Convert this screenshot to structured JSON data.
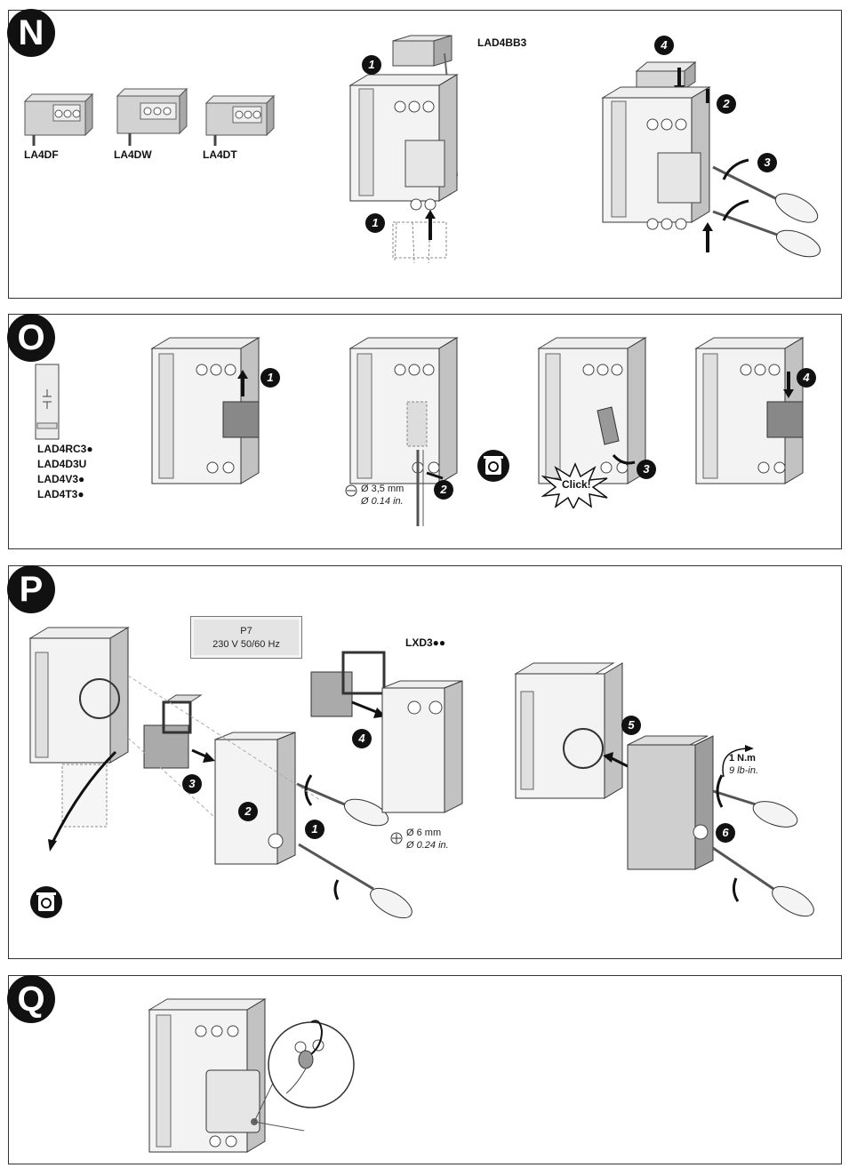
{
  "sections": [
    {
      "id": "N",
      "letter": "N"
    },
    {
      "id": "O",
      "letter": "O"
    },
    {
      "id": "P",
      "letter": "P"
    },
    {
      "id": "Q",
      "letter": "Q"
    }
  ],
  "section_n": {
    "modules": [
      "LA4DF",
      "LA4DW",
      "LA4DT"
    ],
    "kit_label": "LAD4BB3",
    "steps_left": [
      "1",
      "1"
    ],
    "steps_right": [
      "4",
      "2",
      "3"
    ]
  },
  "section_o": {
    "refs": [
      "LAD4RC3●",
      "LAD4D3U",
      "LAD4V3●",
      "LAD4T3●"
    ],
    "steps": [
      "1",
      "2",
      "3",
      "4"
    ],
    "tool_size": "Ø 3,5 mm",
    "tool_size_in": "Ø 0.14 in.",
    "click_text": "Click!"
  },
  "section_p": {
    "nameplate_line1": "P7",
    "nameplate_line2": "230 V    50/60 Hz",
    "coil_ref": "LXD3●●",
    "steps": [
      "3",
      "2",
      "1",
      "4",
      "5",
      "6"
    ],
    "tool_size": "Ø 6 mm",
    "tool_size_in": "Ø 0.24 in.",
    "torque": "1 N.m",
    "torque_in": "9 lb-in."
  },
  "colors": {
    "ink": "#111111",
    "line": "#333333",
    "device_face": "#f2f2f2",
    "device_shade": "#bdbdbd",
    "module": "#d4d4d4"
  }
}
